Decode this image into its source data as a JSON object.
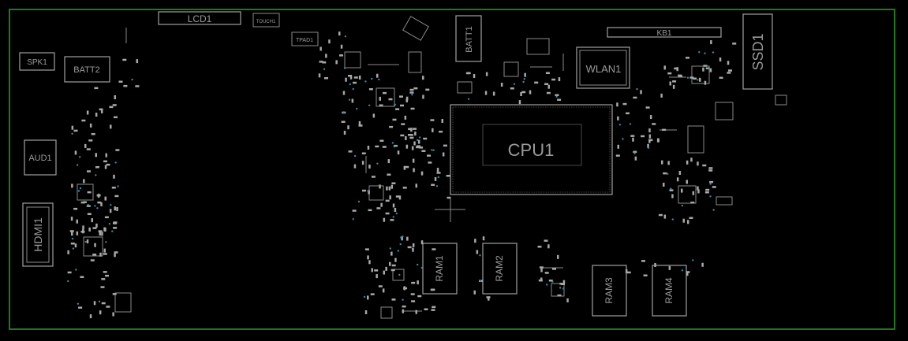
{
  "colors": {
    "background": "#000000",
    "board_outline": "#1f7a1f",
    "silkscreen": "#9a9a9a",
    "via": "#2f8f9a"
  },
  "labels": {
    "lcd": "LCD1",
    "touch": "TOUCH1",
    "tpad": "TPAD1",
    "spk": "SPK1",
    "batt2": "BATT2",
    "batt1": "BATT1",
    "kb": "KB1",
    "ssd": "SSD1",
    "wlan": "WLAN1",
    "cpu": "CPU1",
    "aud": "AUD1",
    "hdmi": "HDMI1",
    "ram1": "RAM1",
    "ram2": "RAM2",
    "ram3": "RAM3",
    "ram4": "RAM4"
  }
}
